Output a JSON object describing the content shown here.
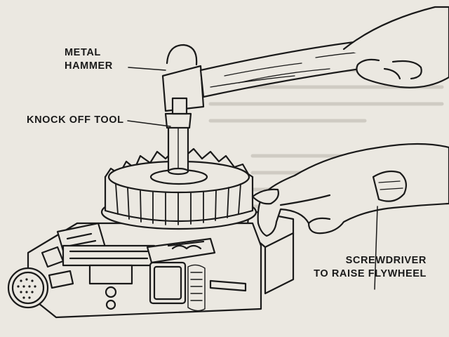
{
  "labels": {
    "metal_hammer": [
      "METAL",
      "HAMMER"
    ],
    "knock_off_tool": "KNOCK OFF TOOL",
    "screwdriver": [
      "SCREWDRIVER",
      "TO RAISE FLYWHEEL"
    ]
  },
  "icons": [
    "hammer-icon",
    "knock-off-tool-icon",
    "flywheel-icon",
    "hand-icon",
    "screwdriver-icon",
    "engine-icon"
  ],
  "colors": {
    "paper": "#ebe8e1",
    "ink": "#1a1a1a"
  }
}
